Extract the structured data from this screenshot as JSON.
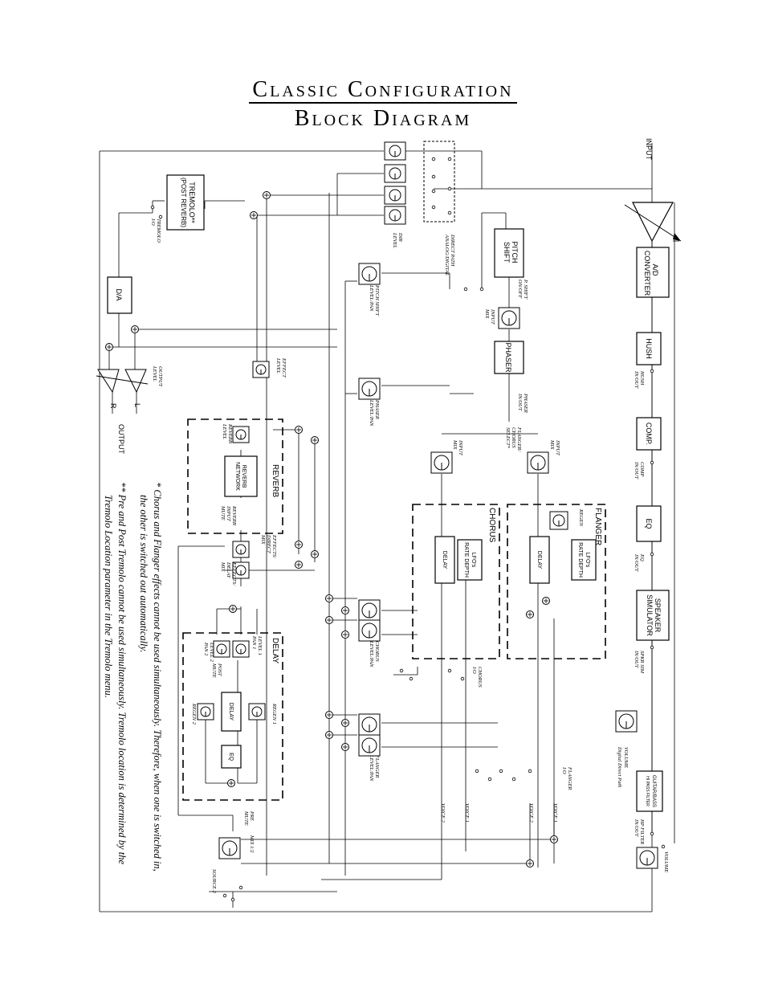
{
  "title": {
    "line1": "Classic Configuration",
    "line2": "Block Diagram"
  },
  "blocks": {
    "input": "INPUT",
    "output": "OUTPUT",
    "ad_converter": [
      "A/D",
      "CONVERTER"
    ],
    "hush": "HUSH",
    "comp": "COMP.",
    "eq": "EQ",
    "speaker_simulator": [
      "SPEAKER",
      "SIMULATOR"
    ],
    "guitar_bass": [
      "GUITAR/BASS",
      "HI PASS FILTER"
    ],
    "pitch_shift": [
      "PITCH",
      "SHIFT"
    ],
    "phaser": "PHASER",
    "da": "D/A",
    "tremolo": [
      "TREMOLO**",
      "(POST REVERB)"
    ],
    "reverb_network": [
      "REVERB",
      "NETWORK"
    ],
    "flanger_lfo": [
      "LFO's",
      "RATE DEPTH"
    ],
    "flanger_delay": "DELAY",
    "chorus_lfo": [
      "LFO's",
      "RATE DEPTH"
    ],
    "chorus_delay": "DELAY",
    "delay_block": "DELAY",
    "delay_eq": "EQ"
  },
  "sections": {
    "flanger": "FLANGER",
    "chorus": "CHORUS",
    "reverb": "REVERB",
    "delay": "DELAY"
  },
  "labels": {
    "hush_inout": [
      "HUSH",
      "IN/OUT"
    ],
    "comp_inout": [
      "COMP",
      "IN/OUT"
    ],
    "eq_inout": [
      "EQ",
      "IN/OUT"
    ],
    "spkr_sim_inout": [
      "SPKR SIM",
      "IN/OUT"
    ],
    "hp_filter_inout": [
      "HP FILTER",
      "IN/OUT"
    ],
    "volume_right": "VOLUME",
    "digital_direct": [
      "VOLUME",
      "Digital Direct Path"
    ],
    "p_shift_onoff": [
      "P. SHIFT",
      "ON/OFF"
    ],
    "input_mix_ps": [
      "INPUT",
      "MIX"
    ],
    "phaser_inout": [
      "PHASER",
      "IN/OUT"
    ],
    "flanger_chorus_select": [
      "FLANGER/",
      "CHORUS",
      "SELECT*"
    ],
    "input_mix_fl": [
      "INPUT",
      "MIX"
    ],
    "input_mix_ch": [
      "INPUT",
      "MIX"
    ],
    "regen": "REGEN",
    "chorus_io": [
      "CHORUS",
      "I/O"
    ],
    "flanger_io": [
      "FLANGER",
      "I/O"
    ],
    "voice1a": "VOICE 1",
    "voice2a": "VOICE 2",
    "voice1b": "VOICE 1",
    "voice2b": "VOICE 2",
    "direct_path": [
      "DIRECT PATH",
      "ANALOG/DIGITAL"
    ],
    "dir_level": [
      "DIR",
      "LEVEL"
    ],
    "pitch_shift_level": [
      "PITCH SHIFT",
      "LEVEL/PAN"
    ],
    "phaser_level": [
      "PHASER",
      "LEVEL/PAN"
    ],
    "chorus_level": [
      "CHORUS",
      "LEVEL/PAN"
    ],
    "flanger_level": [
      "FLANGER",
      "LEVEL/PAN"
    ],
    "effect_level": [
      "EFFECT",
      "LEVEL"
    ],
    "reverb_level": [
      "REVERB",
      "LEVEL"
    ],
    "reverb_input_mute": [
      "REVERB",
      "INPUT",
      "MUTE"
    ],
    "effects_direct_mix": [
      "EFFECTS/",
      "DIRECT",
      "MIX"
    ],
    "effects_delay_mix": [
      "EFFECTS/",
      "DELAY",
      "MIX"
    ],
    "level1_pan1": [
      "LEVEL 1",
      "PAN 1"
    ],
    "level2_pan2": [
      "LEVEL 2",
      "PAN 2"
    ],
    "post_mute": [
      "POST",
      "MUTE"
    ],
    "regen1": "REGEN 1",
    "regen2": "REGEN 2",
    "pre_mute": [
      "PRE",
      "MUTE"
    ],
    "mix_12": "MIX 1/2",
    "source2": "SOURCE 2",
    "tremolo_io": [
      "TREMOLO",
      "I/O"
    ],
    "output_level": [
      "OUTPUT",
      "LEVEL"
    ],
    "out_r": "R",
    "out_l": "L",
    "l": "L",
    "r": "R"
  },
  "notes": {
    "note1": "*   Chorus and Flanger effects cannot be used simultaneously.  Therefore, when one is switched in,",
    "note1b": "the other is switched out automatically.",
    "note2": "**  Pre and Post Tremolo cannot be used simultaneously.  Tremolo location is determined by the",
    "note2b": "Tremolo Location parameter in the Tremolo menu."
  }
}
